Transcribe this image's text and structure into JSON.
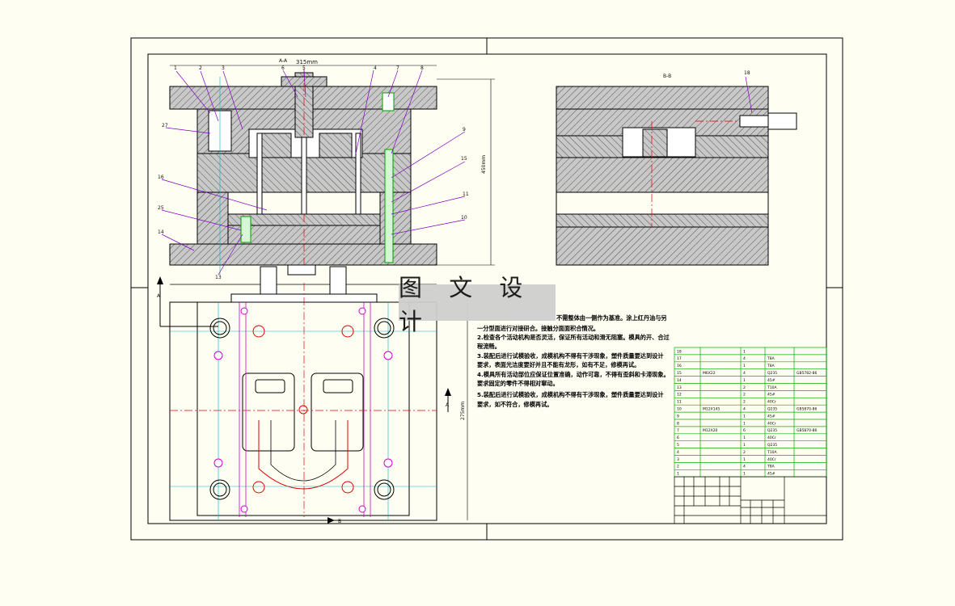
{
  "watermark": "图 文 设 计",
  "section_aa": {
    "title": "A-A",
    "dim_top": "315mm",
    "dim_right": "450mm"
  },
  "section_bb": {
    "title": "B-B"
  },
  "plan_view": {
    "dim_side": "275mm",
    "mark_a": "A",
    "mark_b": "B"
  },
  "balloons_left": [
    "1",
    "2",
    "3",
    "27",
    "16",
    "25",
    "14",
    "13"
  ],
  "balloons_top": [
    "6",
    "5",
    "4",
    "7",
    "8"
  ],
  "balloons_right": [
    "9",
    "15",
    "11",
    "10"
  ],
  "balloon_bb": "18",
  "notes": [
    "不需整体由一侧作为基准。涂上红丹油与另",
    "一分型面进行对接研合。接触分面面积合情况。",
    "2.检查各个活动机构是否灵活，保证所有活动和滑无阻塞。模具的开、合过",
    "程流畅。",
    "3.装配后进行试模验收，成模机构不得有干涉现象，塑件质量要达到设计",
    "要求，表面光洁度要好并且不能有龙形，如有不足，修模再试。",
    "4.模具所有活动部位应保证位置准确，动作可靠，不得有歪斜和卡滞现象。",
    "要求固定的零件不得相对窜动。",
    "5.装配后进行试模验收，成模机构不得有干涉现象，塑件质量要达到设计",
    "要求，如不符合，修模再试。"
  ],
  "bom_rows": [
    [
      "18",
      "",
      "1",
      "",
      ""
    ],
    [
      "17",
      "",
      "4",
      "T8A",
      ""
    ],
    [
      "16",
      "",
      "1",
      "T8A",
      ""
    ],
    [
      "15",
      "M6X22",
      "4",
      "Q235",
      "GB5782-86"
    ],
    [
      "14",
      "",
      "1",
      "45#",
      ""
    ],
    [
      "13",
      "",
      "2",
      "T10A",
      ""
    ],
    [
      "12",
      "",
      "2",
      "45#",
      ""
    ],
    [
      "11",
      "",
      "2",
      "40Cr",
      ""
    ],
    [
      "10",
      "M12X145",
      "4",
      "Q235",
      "GB5870-86"
    ],
    [
      "9",
      "",
      "1",
      "45#",
      ""
    ],
    [
      "8",
      "",
      "1",
      "40Cr",
      ""
    ],
    [
      "7",
      "M12X20",
      "6",
      "Q235",
      "GB5870-86"
    ],
    [
      "6",
      "",
      "1",
      "40Cr",
      ""
    ],
    [
      "5",
      "",
      "1",
      "Q235",
      ""
    ],
    [
      "4",
      "",
      "2",
      "T10A",
      ""
    ],
    [
      "3",
      "",
      "1",
      "40Cr",
      ""
    ],
    [
      "2",
      "",
      "4",
      "T8A",
      ""
    ],
    [
      "1",
      "",
      "1",
      "45#",
      ""
    ]
  ]
}
